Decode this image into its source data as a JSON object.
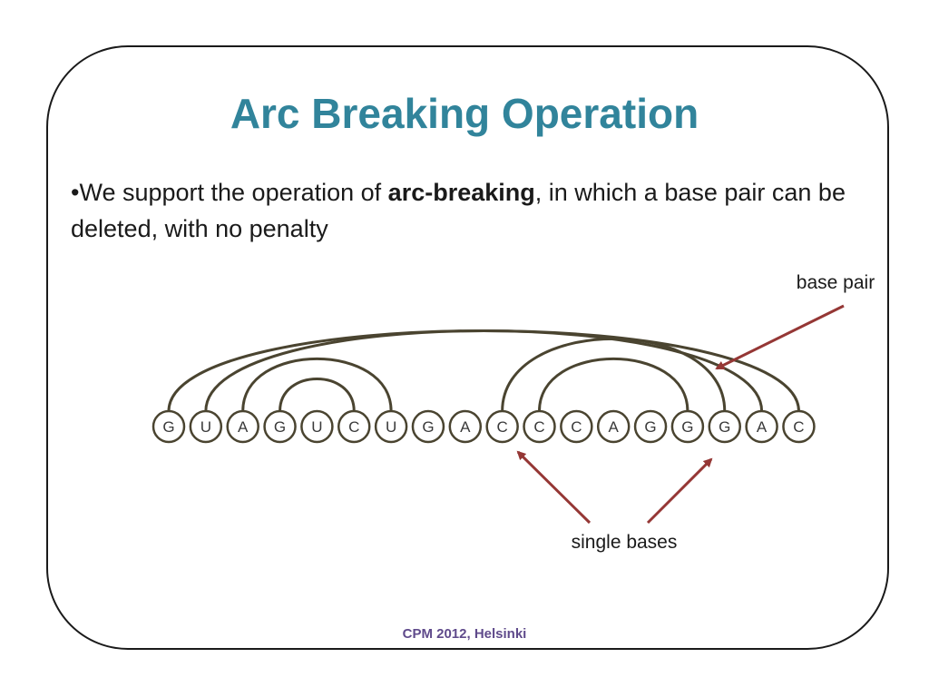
{
  "slide": {
    "title": "Arc Breaking Operation",
    "bullet": {
      "marker": "•",
      "text_before": "We support the operation of ",
      "bold_term": "arc-breaking",
      "text_after": ", in which a base pair can be deleted, with no penalty"
    },
    "footer": "CPM 2012, Helsinki"
  },
  "diagram": {
    "sequence": [
      "G",
      "U",
      "A",
      "G",
      "U",
      "C",
      "U",
      "G",
      "A",
      "C",
      "C",
      "C",
      "A",
      "G",
      "G",
      "G",
      "A",
      "C"
    ],
    "arcs": [
      [
        0,
        17
      ],
      [
        1,
        16
      ],
      [
        2,
        6
      ],
      [
        3,
        5
      ],
      [
        9,
        15
      ],
      [
        10,
        14
      ]
    ],
    "labels": {
      "base_pair": "base pair",
      "single_bases": "single bases"
    },
    "colors": {
      "arc": "#4a4430",
      "circle": "#4a4430",
      "arrow": "#953735",
      "title": "#31849b",
      "footer": "#5f4a8b"
    }
  }
}
